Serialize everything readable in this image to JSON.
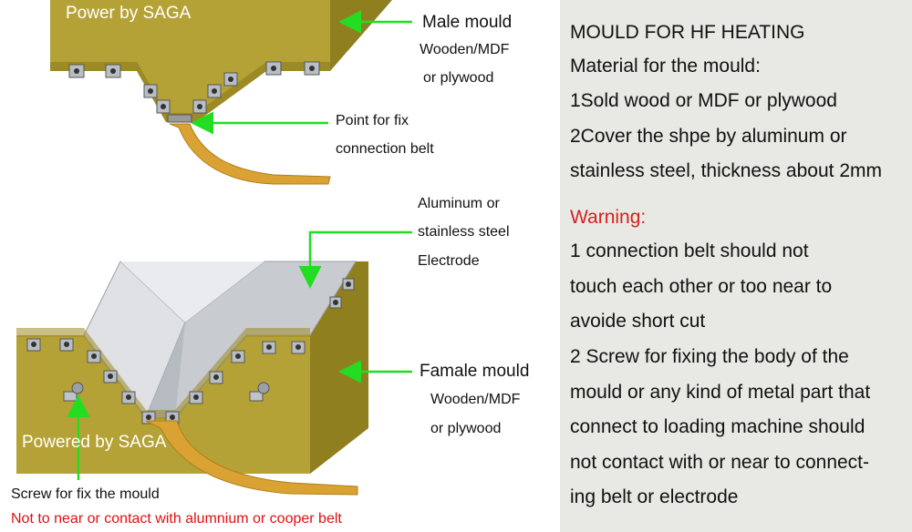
{
  "diagram": {
    "watermark_top": "Power by SAGA",
    "watermark_bottom": "Powered by SAGA",
    "labels": {
      "male_mould": "Male mould",
      "male_material_1": "Wooden/MDF",
      "male_material_2": "or plywood",
      "fix_point_1": "Point for fix",
      "fix_point_2": "connection belt",
      "electrode_1": "Aluminum or",
      "electrode_2": "stainless steel",
      "electrode_3": "Electrode",
      "female_mould": "Famale mould",
      "female_material_1": "Wooden/MDF",
      "female_material_2": "or plywood",
      "screw": "Screw for fix the mould",
      "screw_warning": "Not to near or contact with alumnium or cooper belt"
    },
    "colors": {
      "wood": "#b5a236",
      "wood_dark": "#8a7a1c",
      "belt": "#d9a233",
      "electrode": "#cfd2d6",
      "arrow": "#22dd22",
      "warning": "#e01010"
    }
  },
  "panel": {
    "title": "MOULD FOR HF HEATING",
    "lines": [
      "Material for the mould:",
      "1Sold wood or MDF or plywood",
      "2Cover the shpe by aluminum or",
      "stainless steel, thickness about 2mm"
    ],
    "warning_heading": "Warning:",
    "warning_lines": [
      "1 connection belt should not",
      "touch each other or too near to",
      "avoide short cut",
      "2 Screw for fixing the body of the",
      "mould or any kind of metal part that",
      "connect to loading machine should",
      "not contact with or near to connect-",
      "ing belt or electrode"
    ],
    "warning_color": "#d7201f",
    "background": "#e8e9e4"
  }
}
